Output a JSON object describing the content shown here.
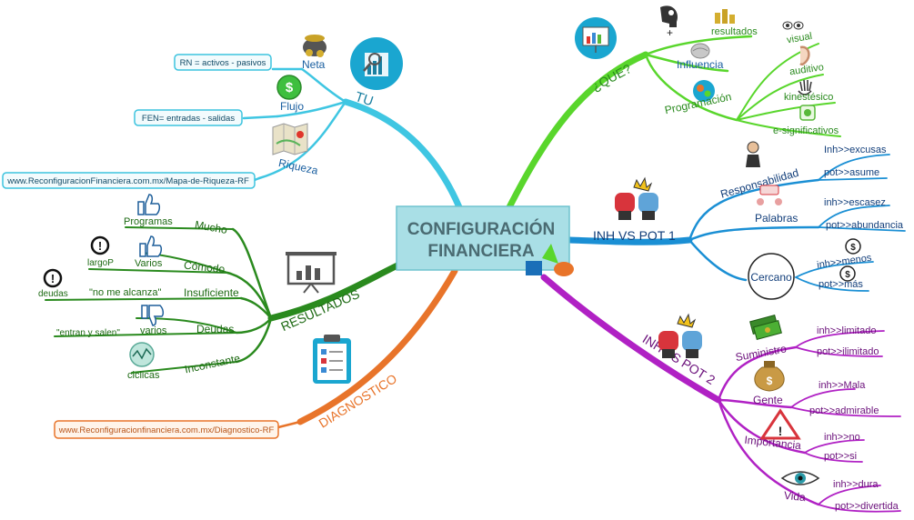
{
  "center": {
    "line1": "CONFIGURACIÓN",
    "line2": "FINANCIERA"
  },
  "colors": {
    "tu": "#3fc6e2",
    "que": "#59d62c",
    "pot1": "#1a8fd4",
    "pot2": "#b021c4",
    "diag": "#e8742a",
    "res": "#2a8a1e"
  },
  "tu": {
    "label": "TU",
    "neta": "Neta",
    "neta_box": "RN = activos - pasivos",
    "flujo": "Flujo",
    "flujo_box": "FEN= entradas - salidas",
    "riqueza": "Riqueza",
    "riqueza_box": "www.ReconfiguracionFinanciera.com.mx/Mapa-de-Riqueza-RF"
  },
  "que": {
    "label": "¿QUE?",
    "resultados": "resultados",
    "plus": "+",
    "influencia": "Influencia",
    "programacion": "Programación",
    "visual": "visual",
    "auditivo": "auditivo",
    "kinestesico": "kinestésico",
    "esignificativos": "e-significativos"
  },
  "pot1": {
    "label": "INH VS POT 1",
    "responsabilidad": "Responsabilidad",
    "r_inh": "Inh>>excusas",
    "r_pot": "pot>>asume",
    "palabras": "Palabras",
    "p_inh": "inh>>escasez",
    "p_pot": "pot>>abundancia",
    "cercano": "Cercano",
    "c_inh": "inh>>menos",
    "c_pot": "pot>>más"
  },
  "pot2": {
    "label": "INH VS POT 2",
    "suministro": "Suministro",
    "s_inh": "inh>>limitado",
    "s_pot": "pot>>ilimitado",
    "gente": "Gente",
    "g_inh": "inh>>Mala",
    "g_pot": "pot>>admirable",
    "importancia": "Importancia",
    "i_inh": "inh>>no",
    "i_pot": "pot>>si",
    "vida": "Vida",
    "v_inh": "inh>>dura",
    "v_pot": "pot>>divertida"
  },
  "diag": {
    "label": "DIAGNOSTICO",
    "box": "www.Reconfiguracionfinanciera.com.mx/Diagnostico-RF"
  },
  "res": {
    "label": "RESULTADOS",
    "mucho": "Mucho",
    "programas": "Programas",
    "comodo": "Cómodo",
    "varios": "Varios",
    "largop": "largoP",
    "insuficiente": "Insuficiente",
    "no_alcanza": "\"no me alcanza\"",
    "deudas_small": "deudas",
    "deudas": "Deudas",
    "varios2": "varios",
    "entran": "\"entran y salen\"",
    "inconstante": "Inconstante",
    "ciclicas": "ciclicas"
  }
}
